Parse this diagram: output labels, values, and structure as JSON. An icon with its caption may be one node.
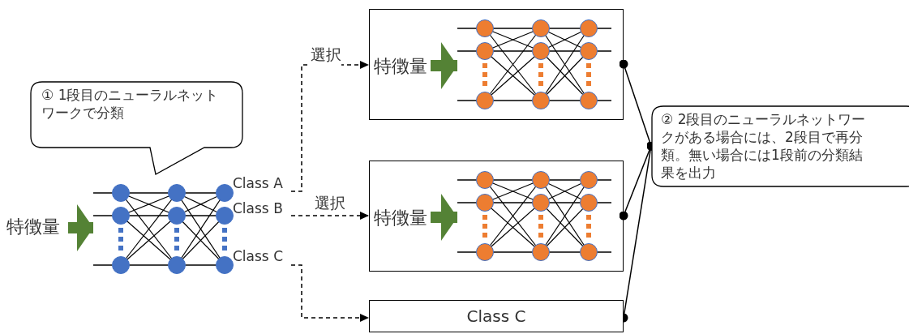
{
  "diagram": {
    "nodes": [
      {
        "text": [
          "① 1段目のニューラルネットワークで分類"
        ]
      },
      {
        "text": [
          "特徴量"
        ]
      },
      {
        "text": [],
        "shape": "picture"
      },
      {
        "text": [
          "Class A"
        ]
      },
      {
        "text": [
          "Class B"
        ]
      },
      {
        "text": [
          "Class C"
        ]
      },
      {
        "text": [],
        "shape": "box"
      },
      {
        "text": [
          "特徴量"
        ],
        "in": 6
      },
      {
        "text": [],
        "shape": "picture",
        "in": 6
      },
      {
        "text": [],
        "shape": "box"
      },
      {
        "text": [
          "特徴量"
        ],
        "in": 9
      },
      {
        "text": [],
        "shape": "picture",
        "in": 9
      },
      {
        "text": [
          "Class C"
        ]
      },
      {
        "text": [
          "② 2段目のニューラルネットワークがある場合には、2段目で再分類。無い場合には1段前の分類結果を出力"
        ]
      }
    ],
    "edges": [
      {
        "from": 1,
        "to": 2,
        "arrow": "to",
        "style": "thick",
        "color": "#548235"
      },
      {
        "from": 3,
        "to": 6,
        "arrow": "to",
        "style": "dashed",
        "label": "選択"
      },
      {
        "from": 4,
        "to": 9,
        "arrow": "to",
        "style": "dashed",
        "label": "選択"
      },
      {
        "from": 5,
        "to": 12,
        "arrow": "to",
        "style": "dashed"
      },
      {
        "from": 7,
        "to": 8,
        "arrow": "to",
        "style": "thick",
        "color": "#548235"
      },
      {
        "from": 10,
        "to": 11,
        "arrow": "to",
        "style": "thick",
        "color": "#548235"
      },
      {
        "from": 6,
        "to": 13,
        "arrow": "other"
      },
      {
        "from": 9,
        "to": 13,
        "arrow": "other"
      },
      {
        "from": 12,
        "to": 13,
        "arrow": "other"
      }
    ]
  }
}
